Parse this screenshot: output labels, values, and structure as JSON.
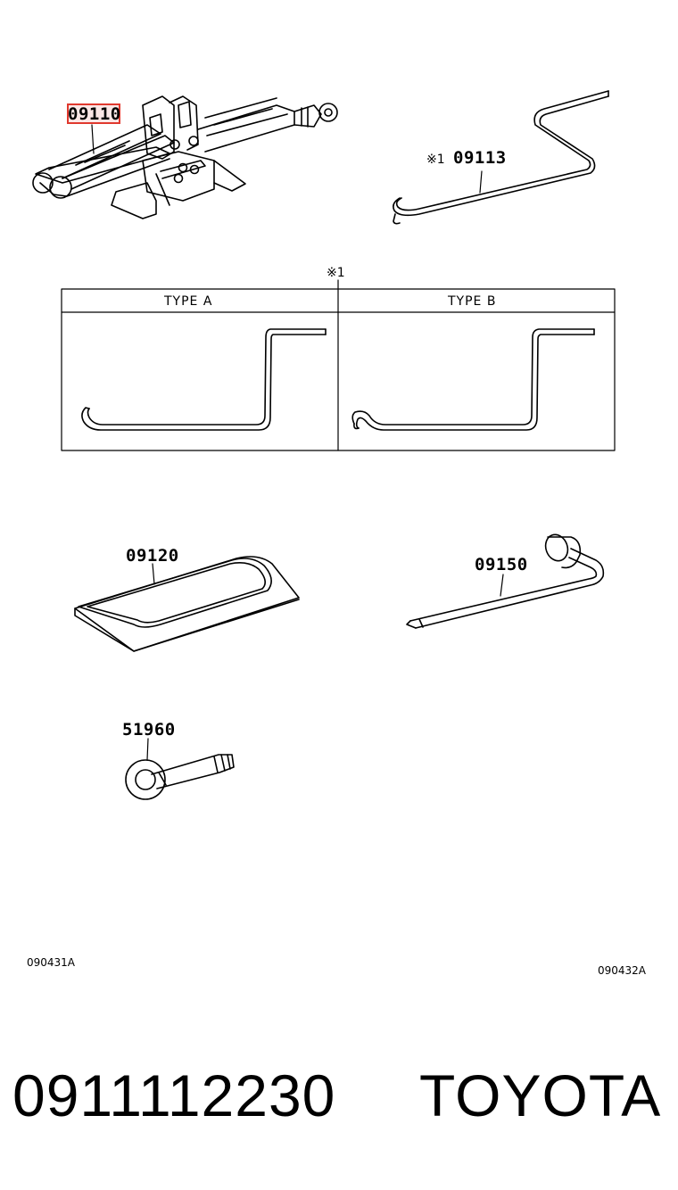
{
  "parts": {
    "jack": "09110",
    "handle_mark": "※1",
    "handle": "09113",
    "tool_bag": "09120",
    "wrench": "09150",
    "hook": "51960"
  },
  "table": {
    "note": "※1",
    "type_a": "TYPE A",
    "type_b": "TYPE B"
  },
  "refs": {
    "left": "090431A",
    "right": "090432A"
  },
  "footer": {
    "part_number": "0911112230",
    "brand": "TOYOTA"
  },
  "colors": {
    "highlight": "#e0392e"
  }
}
